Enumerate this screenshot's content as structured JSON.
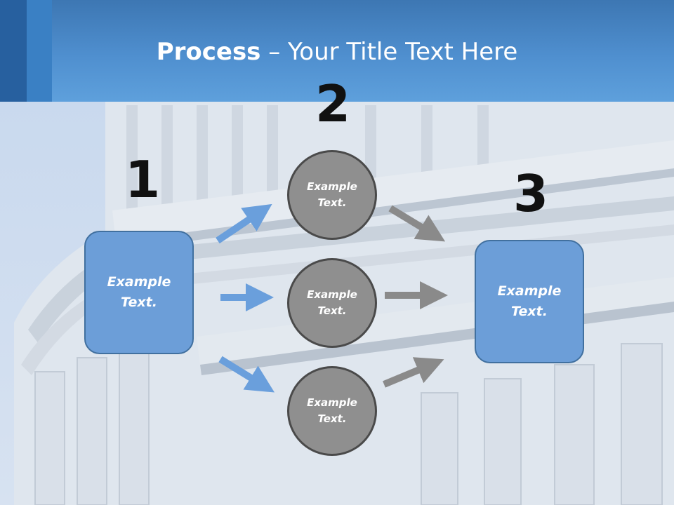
{
  "title": {
    "bold": "Process",
    "rest": " – Your Title Text Here"
  },
  "steps": {
    "one": "1",
    "two": "2",
    "three": "3"
  },
  "boxes": {
    "left": "Example Text.",
    "right": "Example Text."
  },
  "circles": {
    "top": "Example Text.",
    "middle": "Example Text.",
    "bottom": "Example Text."
  },
  "colors": {
    "header": "#4f8fcf",
    "box_fill": "#6c9ed8",
    "blue_arrow": "#6a9fdc",
    "gray_arrow": "#8a8a8a",
    "circle_fill": "#8f8f8f"
  }
}
